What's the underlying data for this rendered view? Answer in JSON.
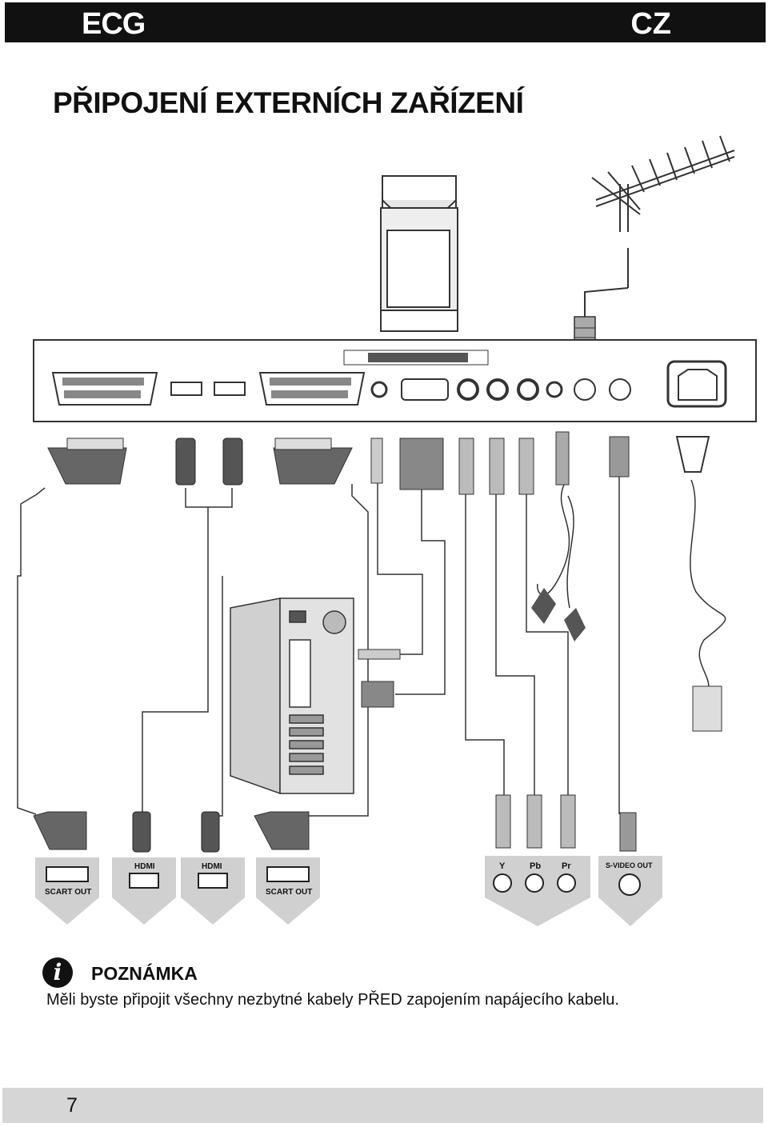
{
  "header": {
    "brand": "ECG",
    "lang": "CZ"
  },
  "page_title": "PŘIPOJENÍ EXTERNÍCH ZAŘÍZENÍ",
  "diagram": {
    "device_labels": {
      "hdmi_1": "HDMI",
      "hdmi_2": "HDMI",
      "scart_out_1": "SCART OUT",
      "scart_out_2": "SCART OUT",
      "y": "Y",
      "pb": "Pb",
      "pr": "Pr",
      "svideo_out": "S-VIDEO OUT"
    }
  },
  "note": {
    "icon": "i",
    "title": "POZNÁMKA",
    "text": "Měli byste připojit všechny nezbytné kabely PŘED zapojením napájecího kabelu."
  },
  "footer": {
    "page_number": "7"
  }
}
